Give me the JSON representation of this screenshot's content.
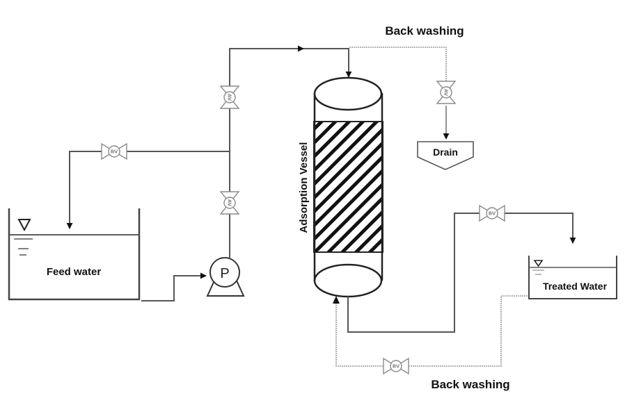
{
  "diagram": {
    "type": "process-flow",
    "labels": {
      "back_washing_top": "Back washing",
      "back_washing_bottom": "Back washing",
      "drain": "Drain",
      "feed_water": "Feed water",
      "treated_water": "Treated Water",
      "vessel": "Adsorption Vessel",
      "pump": "P"
    },
    "valves": [
      {
        "id": "bv-feed-return",
        "label": "BV"
      },
      {
        "id": "av-upper",
        "label": "AV"
      },
      {
        "id": "av-lower",
        "label": "AV"
      },
      {
        "id": "av-drain",
        "label": "AV"
      },
      {
        "id": "bv-treated",
        "label": "BV"
      },
      {
        "id": "bv-backwash",
        "label": "BV"
      }
    ],
    "colors": {
      "line": "#555555",
      "valve": "#8a8a8a",
      "hatch": "#111111",
      "text": "#111111"
    }
  }
}
